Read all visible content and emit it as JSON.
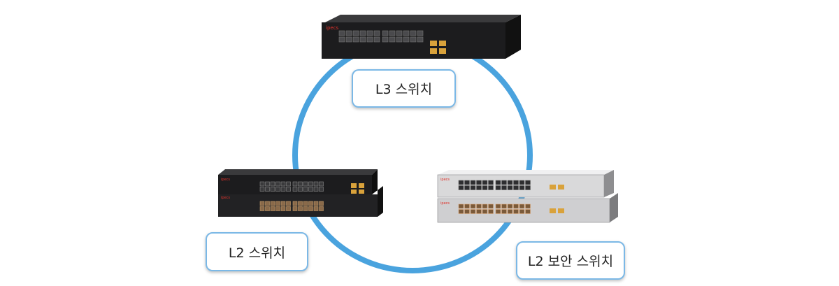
{
  "labels": {
    "l3": "L3 스위치",
    "l2": "L2 스위치",
    "l2sec": "L2 보안 스위치"
  },
  "brand": "ipecs",
  "colors": {
    "ring": "#4aa3de",
    "label_border": "#7bb8e6",
    "dark_switch": "#1c1c1e",
    "light_switch": "#d9d9da",
    "sfp_port": "#d9a23b",
    "brand_red": "#e0322b"
  }
}
